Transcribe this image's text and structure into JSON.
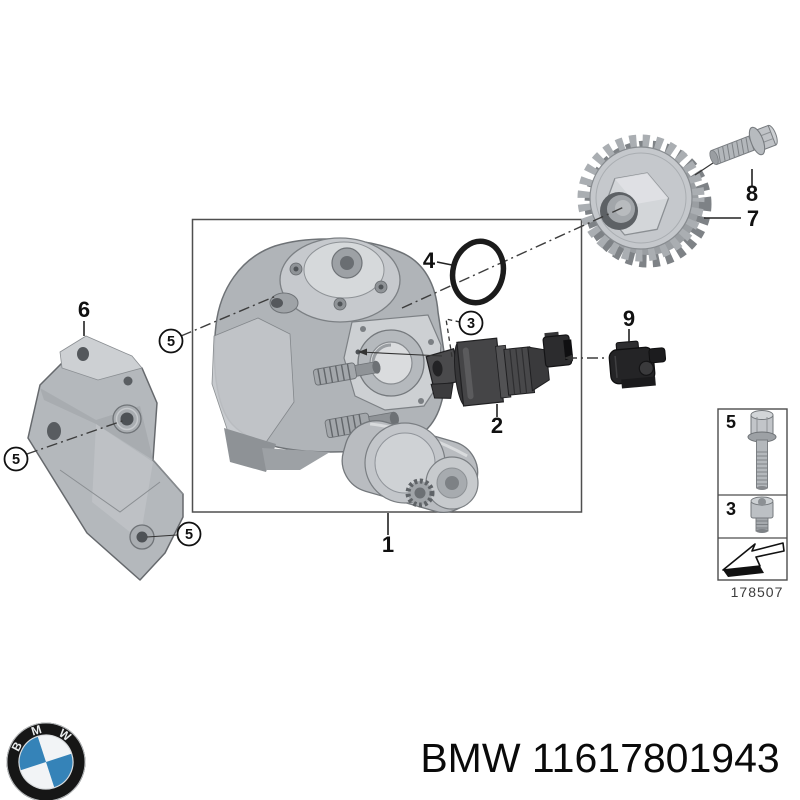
{
  "diagram": {
    "type": "exploded-parts-diagram",
    "subject": "High pressure fuel pump with mounting parts",
    "callouts": {
      "part1": "1",
      "part2": "2",
      "part3_circled": "3",
      "part4": "4",
      "part5_circled": "5",
      "part6": "6",
      "part7": "7",
      "part8": "8",
      "part9": "9"
    },
    "legend": {
      "bolt_label": "5",
      "screw_label": "3",
      "drawing_number": "178507"
    }
  },
  "footer": {
    "caption": "BMW 11617801943",
    "brand": "BMW",
    "part_number": "11617801943",
    "logo_letters": {
      "b": "B",
      "m": "M",
      "w": "W"
    }
  },
  "colors": {
    "background": "#ffffff",
    "outline_box": "#4f4f4f",
    "label_text": "#111111",
    "metal_light": "#c9ccd0",
    "metal_mid": "#b2b6ba",
    "metal_dark": "#6f7377",
    "solenoid_body": "#424244",
    "connector_black": "#242426",
    "o_ring": "#1b1b1b",
    "bmw_blue": "#3583b8",
    "bmw_ring": "#161616"
  }
}
